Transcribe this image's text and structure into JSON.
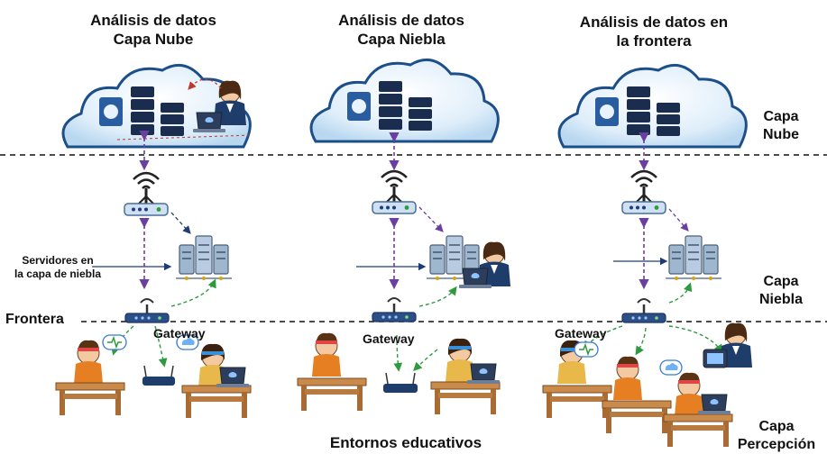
{
  "titles": {
    "cloud": [
      "Análisis de datos",
      "Capa Nube"
    ],
    "fog": [
      "Análisis de datos",
      "Capa Niebla"
    ],
    "edge": [
      "Análisis de datos en",
      "la frontera"
    ]
  },
  "layers": {
    "cloud": [
      "Capa",
      "Nube"
    ],
    "fog": [
      "Capa",
      "Niebla"
    ],
    "perception": [
      "Capa",
      "Percepción"
    ]
  },
  "fog_servers_label": [
    "Servidores en",
    "la capa de niebla"
  ],
  "frontier_label": "Frontera",
  "gateway_label": "Gateway",
  "bottom_label": "Entornos educativos"
}
